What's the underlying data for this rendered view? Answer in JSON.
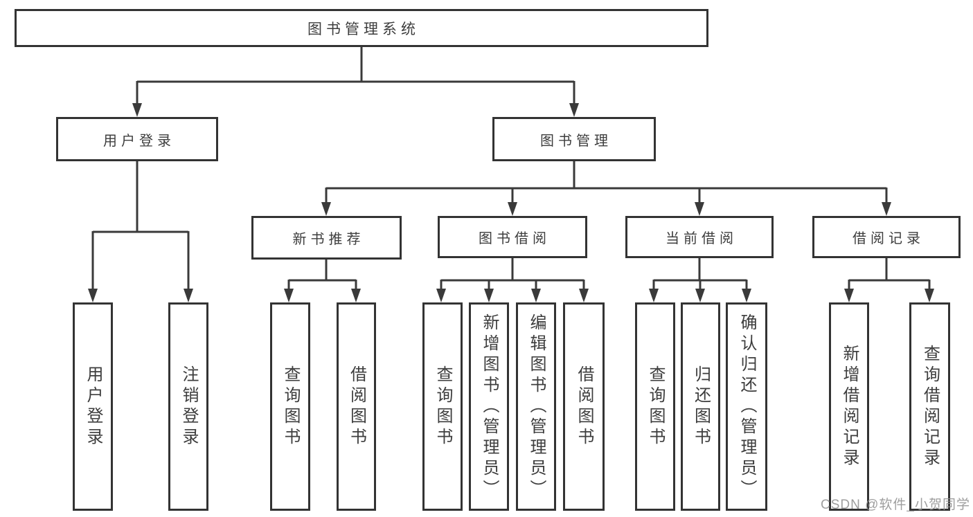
{
  "tree": {
    "root": "图书管理系统",
    "branches": [
      {
        "label": "用户登录",
        "leaves": [
          "用户登录",
          "注销登录"
        ]
      },
      {
        "label": "图书管理",
        "groups": [
          {
            "label": "新书推荐",
            "leaves": [
              "查询图书",
              "借阅图书"
            ]
          },
          {
            "label": "图书借阅",
            "leaves": [
              "查询图书",
              "新增图书（管理员）",
              "编辑图书（管理员）",
              "借阅图书"
            ]
          },
          {
            "label": "当前借阅",
            "leaves": [
              "查询图书",
              "归还图书",
              "确认归还（管理员）"
            ]
          },
          {
            "label": "借阅记录",
            "leaves": [
              "新增借阅记录",
              "查询借阅记录"
            ]
          }
        ]
      }
    ]
  },
  "watermark": {
    "text": "CSDN @软件_小贺同学"
  },
  "colors": {
    "line": "#3a3a3a",
    "box_border": "#333333",
    "text": "#3d3d3d",
    "watermark": "#9c9c9c",
    "background": "#ffffff"
  }
}
